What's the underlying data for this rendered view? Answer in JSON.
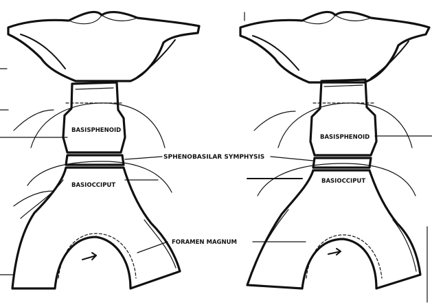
{
  "labels": {
    "left_sphenoid": "BASISPHENOID",
    "left_occiput": "BASIOCCIPUT",
    "right_sphenoid": "BASISPHENOID",
    "right_occiput": "BASIOCCIPUT",
    "synchondrosis": "SPHENOBASILAR SYMPHYSIS",
    "foramen": "FORAMEN MAGNUM"
  },
  "colors": {
    "ink": "#111111",
    "background": "#ffffff"
  }
}
